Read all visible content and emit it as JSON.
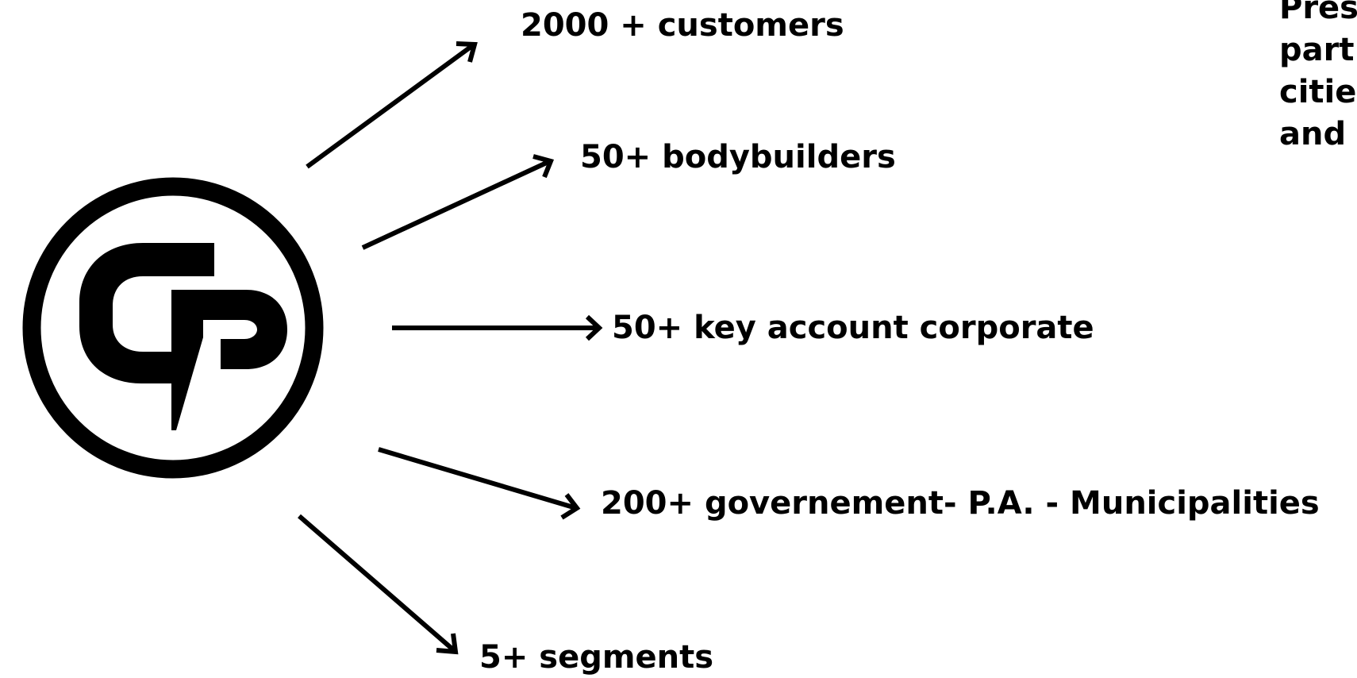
{
  "logo": {
    "name": "logo",
    "color": "#000000"
  },
  "stats": {
    "customers": "2000 + customers",
    "bodybuilders": "50+ bodybuilders",
    "corporate": "50+ key account corporate",
    "government": "200+ governement- P.A. - Municipalities",
    "segments": "5+ segments"
  },
  "side_text": {
    "lines": [
      "Pres",
      "part",
      "citie",
      "and"
    ]
  },
  "icons": {
    "arrow": "arrow-icon"
  },
  "colors": {
    "ink": "#000000",
    "background": "#ffffff"
  }
}
